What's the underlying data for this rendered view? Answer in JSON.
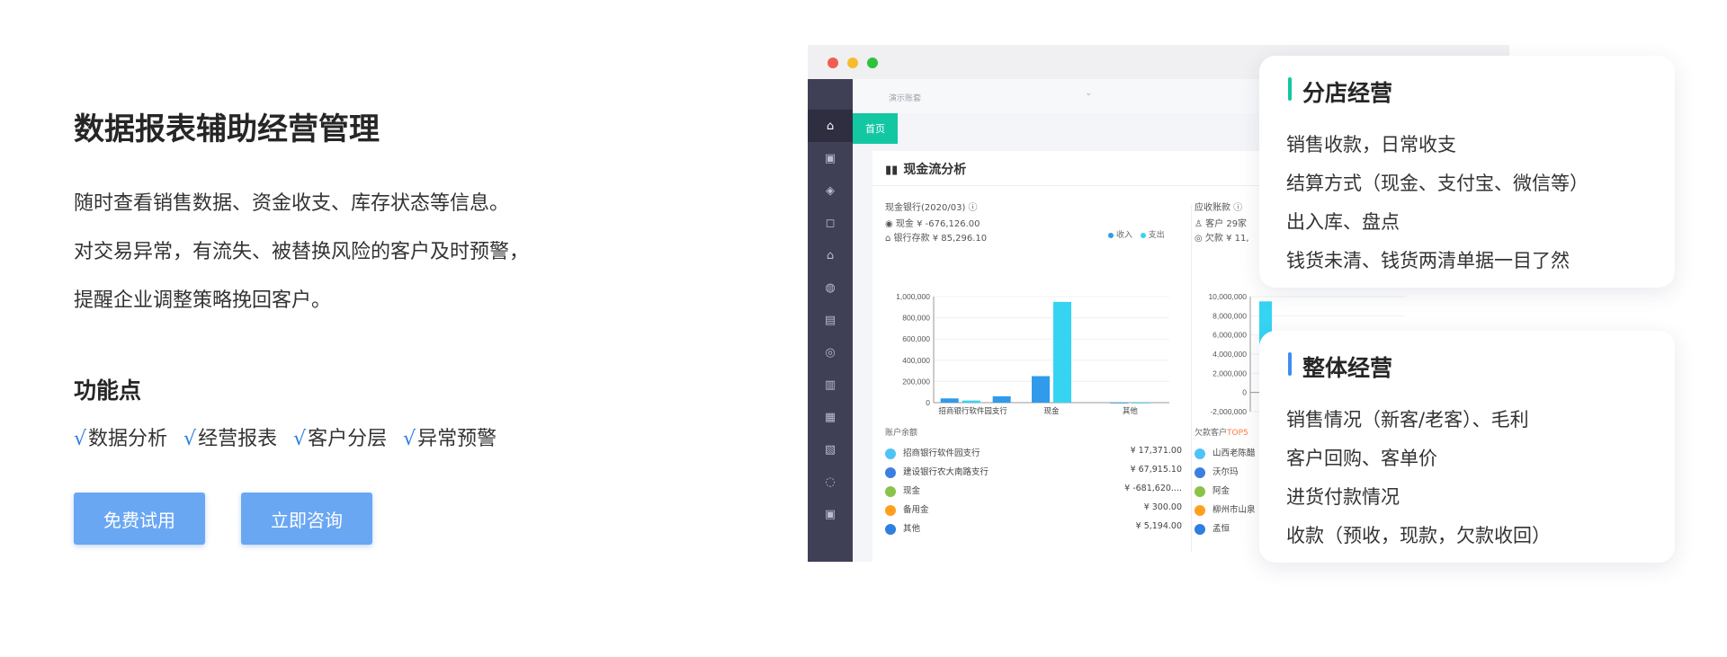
{
  "hero": {
    "title": "数据报表辅助经营管理",
    "desc": [
      "随时查看销售数据、资金收支、库存状态等信息。",
      "对交易异常，有流失、被替换风险的客户及时预警，",
      "提醒企业调整策略挽回客户。"
    ],
    "features_title": "功能点",
    "check_mark": "√",
    "features": [
      "数据分析",
      "经营报表",
      "客户分层",
      "异常预警"
    ],
    "buttons": {
      "trial": "免费试用",
      "consult": "立即咨询"
    }
  },
  "app": {
    "account_selector": "演示账套",
    "home_tab": "首页",
    "panel_title": "现金流分析",
    "cash": {
      "heading": "现金银行(2020/03)",
      "cash_line": "现金 ¥ -676,126.00",
      "bank_line": "银行存款 ¥ 85,296.10",
      "legend": [
        "收入",
        "支出"
      ]
    },
    "receivable": {
      "heading": "应收账款",
      "customer_line": "客户 29家",
      "debt_line": "欠款 ¥ 11,"
    },
    "accounts": {
      "heading": "账户余额",
      "rows": [
        {
          "name": "招商银行软件园支行",
          "amount": "¥ 17,371.00",
          "color": "#4fc3f7"
        },
        {
          "name": "建设银行农大南路支行",
          "amount": "¥ 67,915.10",
          "color": "#3d7fe0"
        },
        {
          "name": "现金",
          "amount": "¥ -681,620....",
          "color": "#8bc34a"
        },
        {
          "name": "备用金",
          "amount": "¥ 300.00",
          "color": "#ff9f1c"
        },
        {
          "name": "其他",
          "amount": "¥ 5,194.00",
          "color": "#2f7fe0"
        }
      ]
    },
    "debtors": {
      "heading": "欠款客户",
      "heading_accent": "TOP5",
      "rows": [
        {
          "name": "山西老陈醋",
          "color": "#4fc3f7"
        },
        {
          "name": "沃尔玛",
          "color": "#3d7fe0"
        },
        {
          "name": "阿金",
          "color": "#8bc34a"
        },
        {
          "name": "柳州市山泉",
          "color": "#ff9f1c"
        },
        {
          "name": "孟恒",
          "color": "#2f7fe0"
        }
      ]
    },
    "colors": {
      "sidebar": "#3f3f55",
      "accent": "#13c7a3",
      "income": "#2f9bea",
      "expense": "#35d4f2"
    }
  },
  "chart_data": [
    {
      "type": "bar",
      "categories": [
        "招商银行软件园支行",
        "现金",
        "其他"
      ],
      "series": [
        {
          "name": "收入",
          "values": [
            40000,
            250000,
            0
          ]
        },
        {
          "name": "支出",
          "values": [
            20000,
            950000,
            0
          ]
        }
      ],
      "extra_bars": [
        {
          "category": "招商银行软件园支行",
          "value": 60000
        }
      ],
      "ylim": [
        0,
        1000000
      ],
      "yticks": [
        "0",
        "200,000",
        "400,000",
        "600,000",
        "800,000",
        "1,000,000"
      ]
    },
    {
      "type": "bar",
      "ylim": [
        -2000000,
        10000000
      ],
      "yticks": [
        "-2,000,000",
        "0",
        "2,000,000",
        "4,000,000",
        "6,000,000",
        "8,000,000",
        "10,000,000"
      ],
      "values": [
        9500000
      ]
    }
  ],
  "cards": {
    "branch": {
      "title": "分店经营",
      "color": "#13c7a3",
      "items": [
        "销售收款，日常收支",
        "结算方式（现金、支付宝、微信等）",
        "出入库、盘点",
        "钱货未清、钱货两清单据一目了然"
      ]
    },
    "overall": {
      "title": "整体经营",
      "color": "#3d8ef0",
      "items": [
        "销售情况（新客/老客）、毛利",
        "客户回购、客单价",
        "进货付款情况",
        "收款（预收，现款，欠款收回）"
      ]
    }
  }
}
